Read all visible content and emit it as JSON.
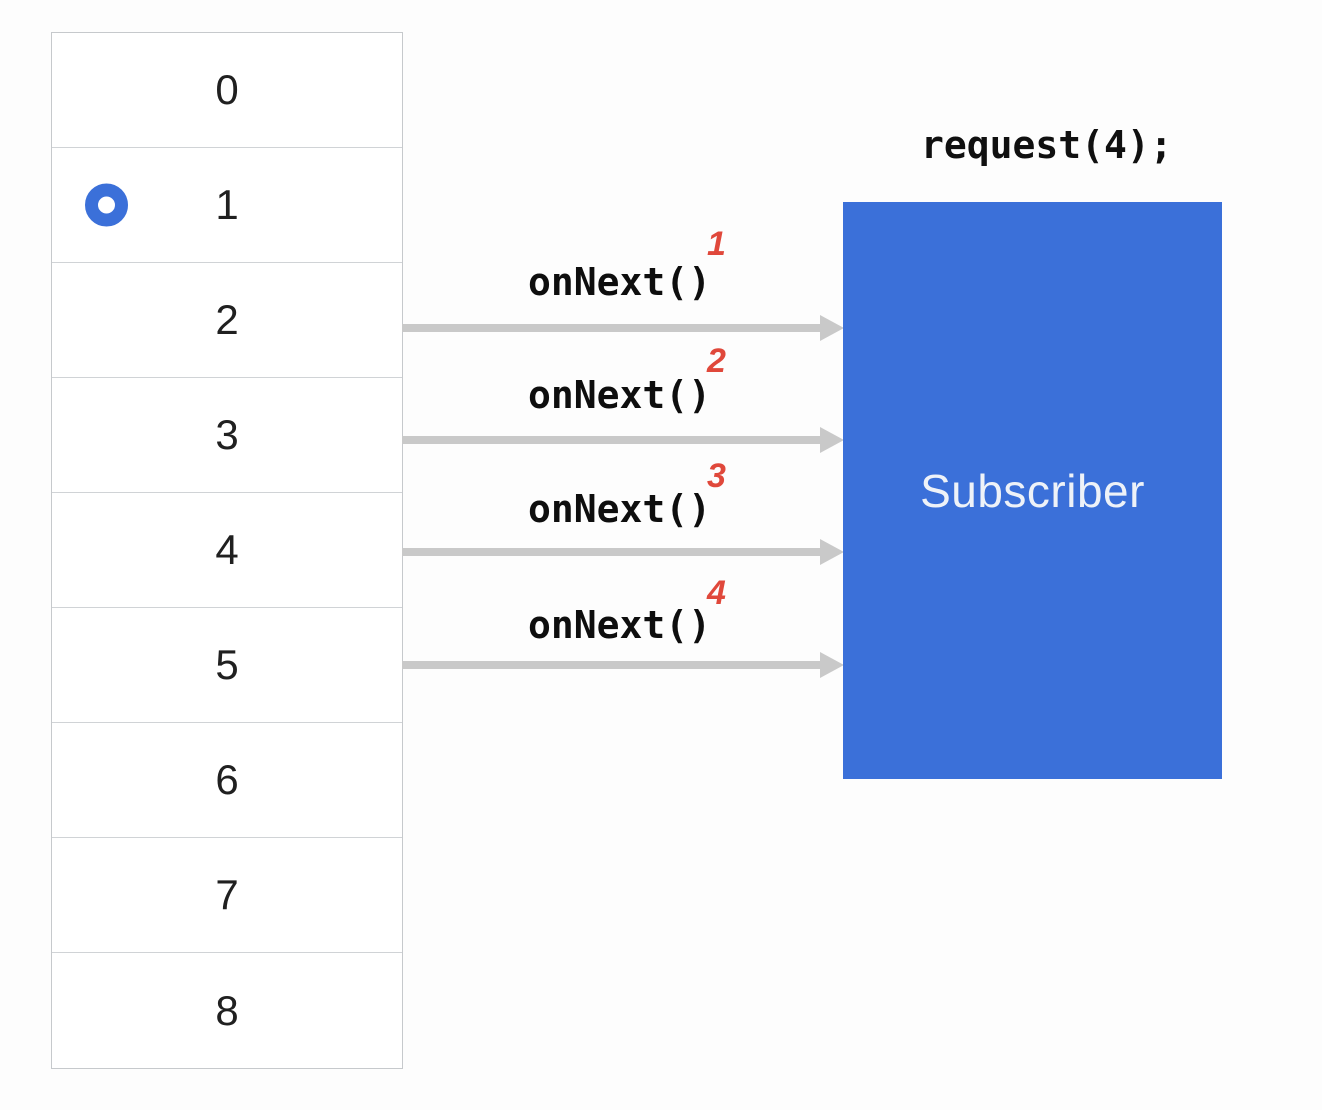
{
  "source_buffer": {
    "items": [
      "0",
      "1",
      "2",
      "3",
      "4",
      "5",
      "6",
      "7",
      "8"
    ],
    "marked_item": "1",
    "marker_icon": "ring-icon"
  },
  "emissions": [
    {
      "label": "onNext()",
      "seq": "1",
      "icon": "arrow-right-icon"
    },
    {
      "label": "onNext()",
      "seq": "2",
      "icon": "arrow-right-icon"
    },
    {
      "label": "onNext()",
      "seq": "3",
      "icon": "arrow-right-icon"
    },
    {
      "label": "onNext()",
      "seq": "4",
      "icon": "arrow-right-icon"
    }
  ],
  "subscriber": {
    "request_label": "request(4);",
    "label": "Subscriber"
  },
  "colors": {
    "accent_blue": "#3b70d9",
    "arrow_gray": "#c9c9c9",
    "sequence_red": "#e0483b",
    "table_border_gray": "#d0d3d6",
    "subscriber_text": "#eef2f8"
  }
}
